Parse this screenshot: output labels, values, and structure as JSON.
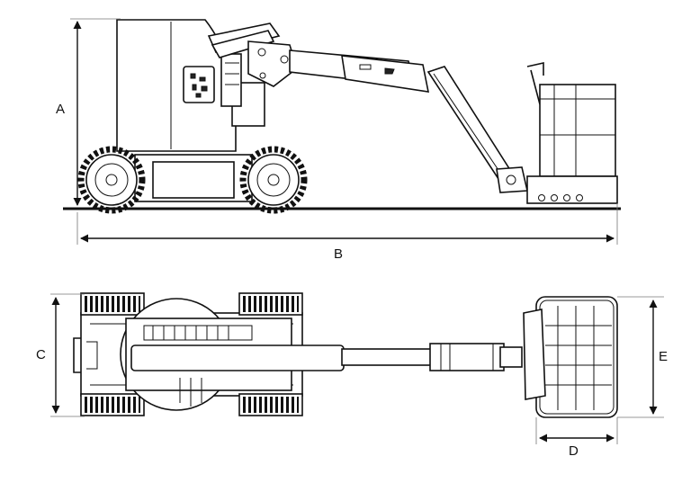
{
  "dimensions": {
    "a": "A",
    "b": "B",
    "c": "C",
    "d": "D",
    "e": "E"
  },
  "colors": {
    "line": "#111111",
    "background": "#ffffff"
  }
}
